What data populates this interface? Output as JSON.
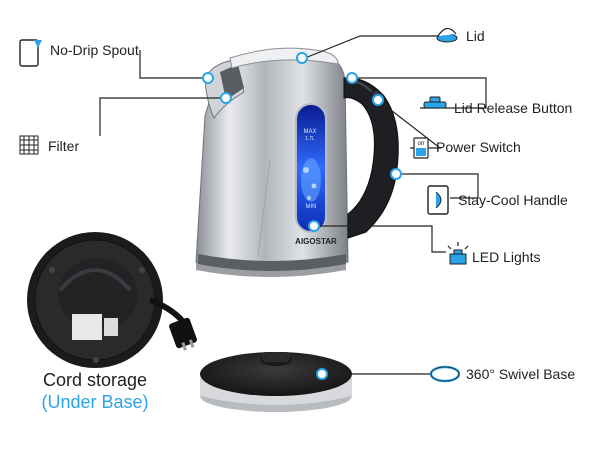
{
  "callouts": {
    "lid": "Lid",
    "no_drip_spout": "No-Drip Spout",
    "lid_release_button": "Lid Release Button",
    "filter": "Filter",
    "power_switch": "Power Switch",
    "power_switch_on": "on",
    "stay_cool_handle": "Stay-Cool Handle",
    "led_lights": "LED Lights",
    "swivel_base": "360° Swivel Base"
  },
  "product": {
    "brand": "AIGOSTAR",
    "window_max": "MAX",
    "window_max_volume": "1.7L",
    "window_min": "MIN"
  },
  "cord_storage": {
    "title": "Cord storage",
    "subtitle": "(Under Base)"
  },
  "colors": {
    "accent": "#2aa3e8",
    "steel": "#c4c7cc",
    "dark": "#1c1c1e",
    "led_blue": "#1a54ff"
  }
}
